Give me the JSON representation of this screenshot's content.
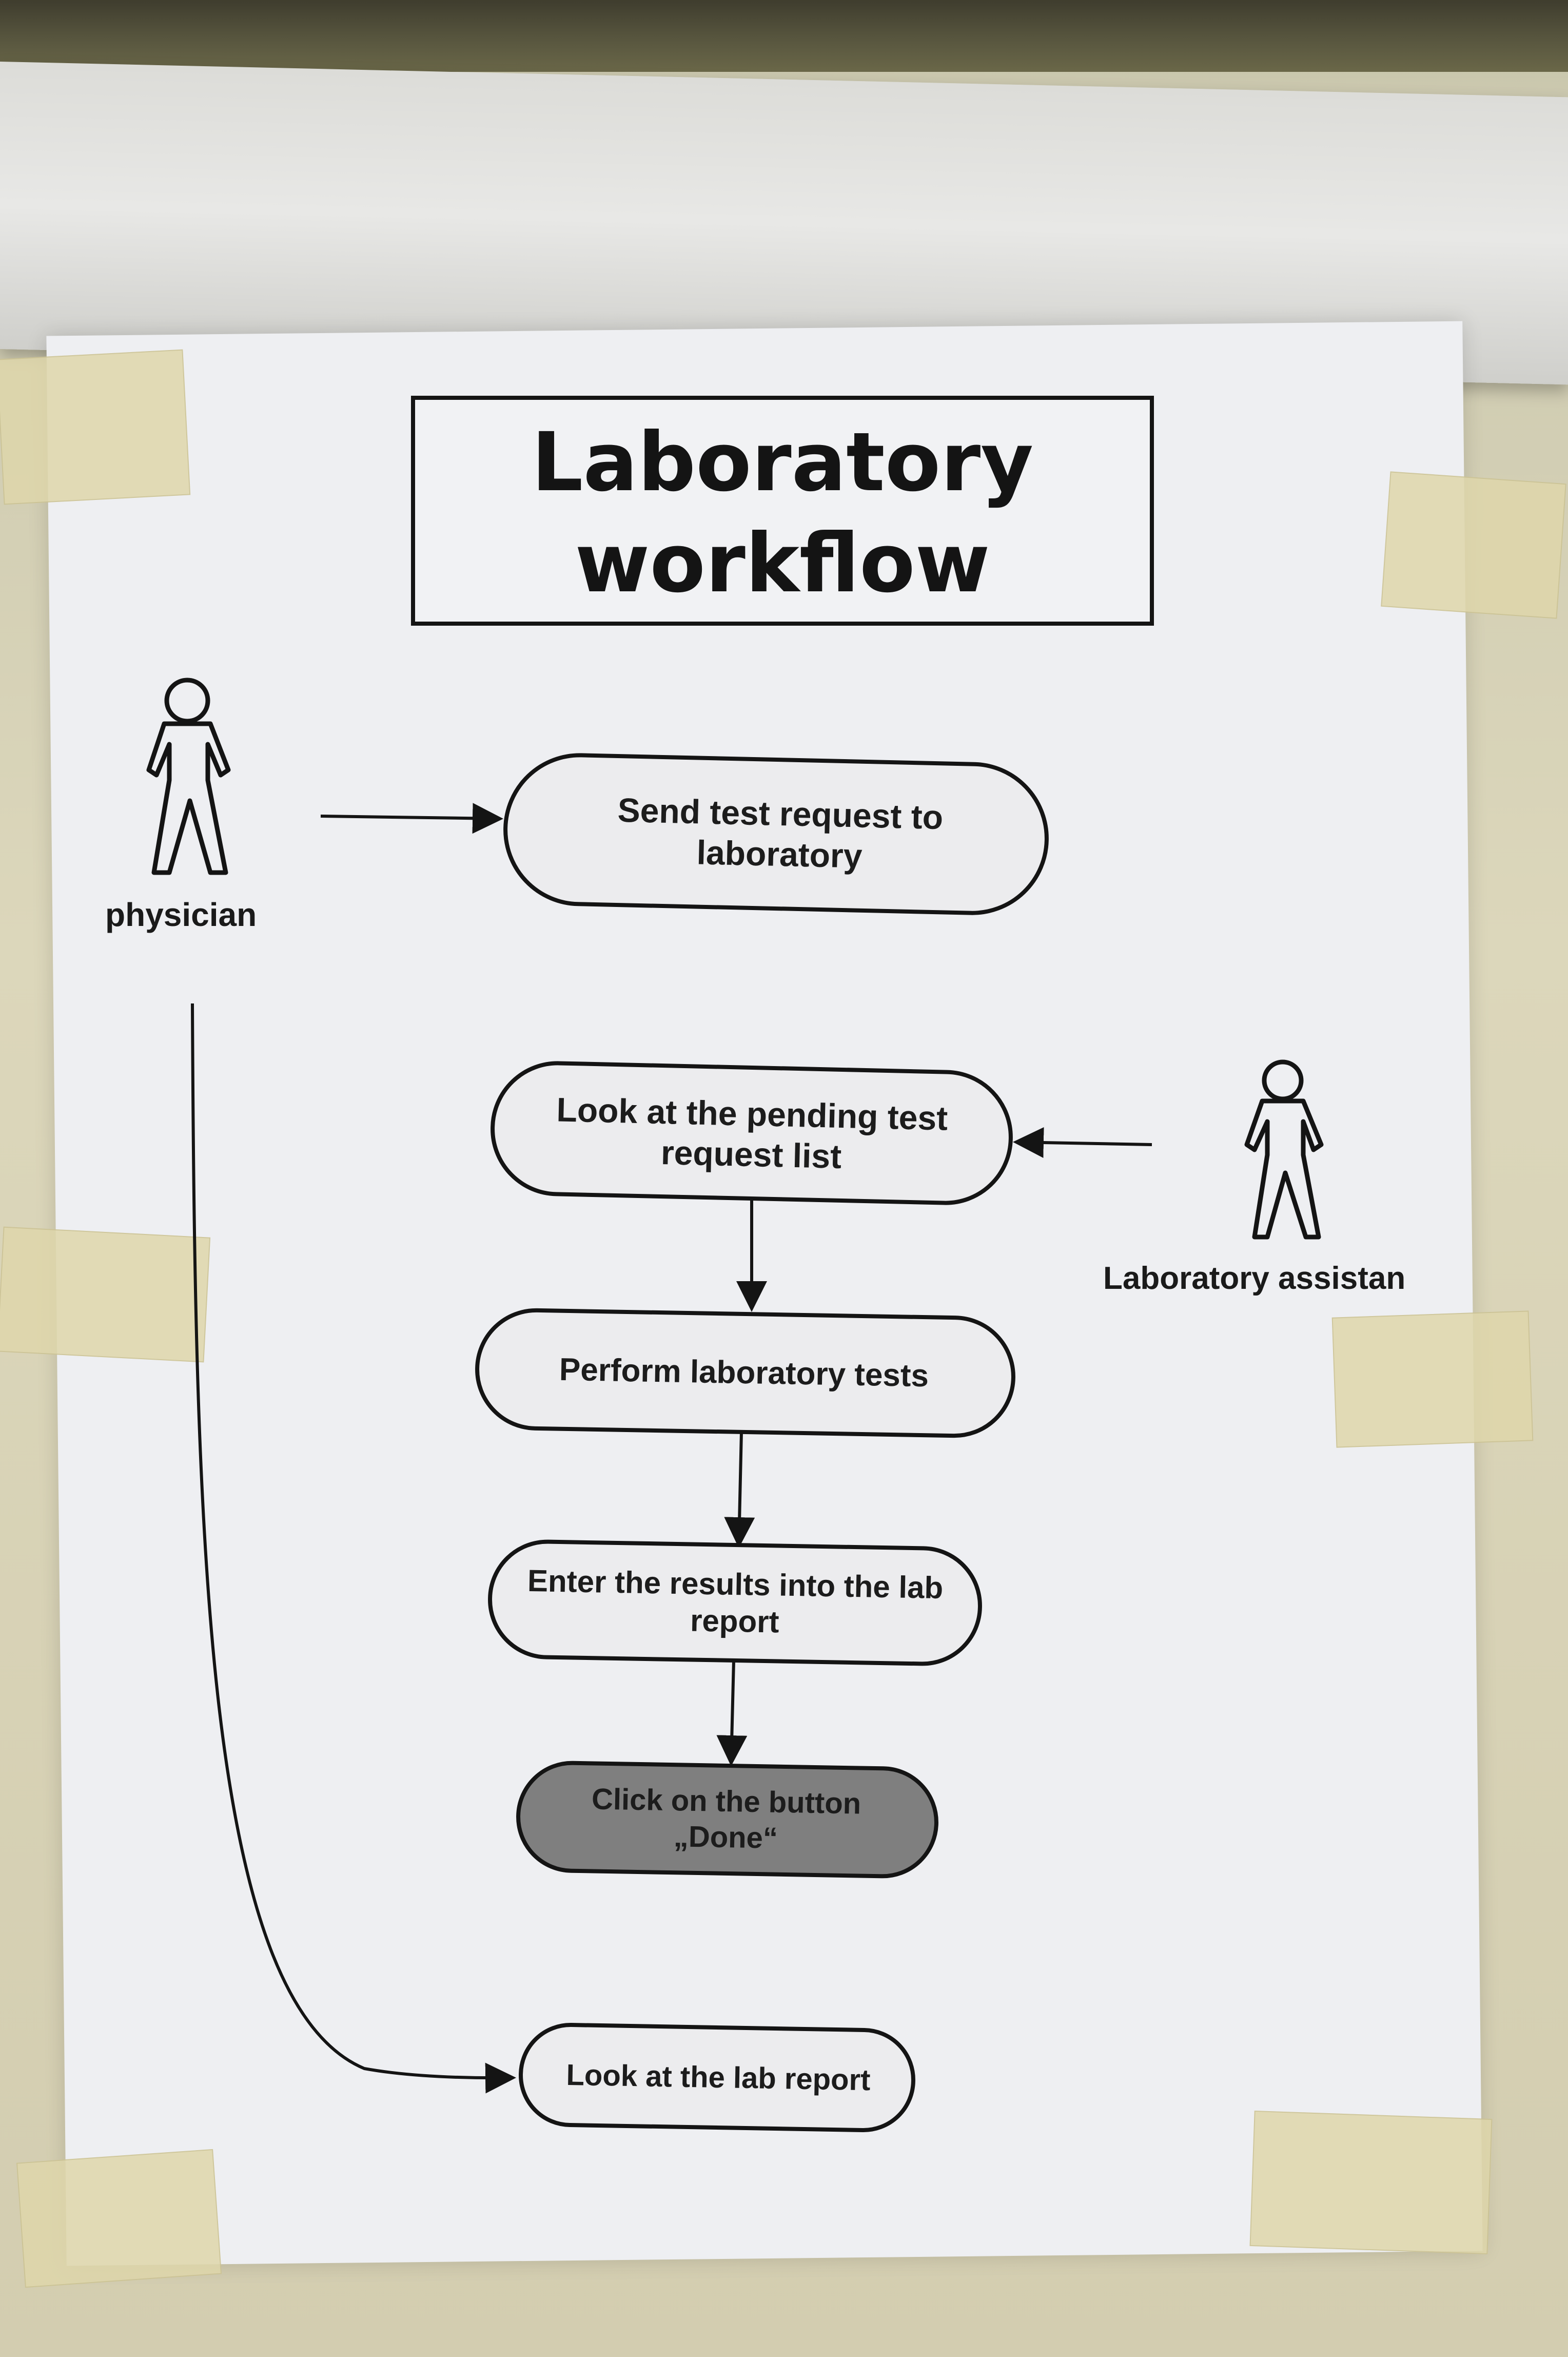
{
  "title_line1": "Laboratory",
  "title_line2": "workflow",
  "actors": {
    "physician": "physician",
    "lab_assistant": "Laboratory assistan"
  },
  "steps": {
    "send_request": "Send test request to laboratory",
    "look_pending": "Look at the pending test request list",
    "perform_tests": "Perform laboratory tests",
    "enter_results": "Enter the results into the lab report",
    "click_done": "Click on the button „Done“",
    "look_report": "Look at the lab report"
  },
  "colors": {
    "paper": "#eeeff2",
    "box_fill": "#ececee",
    "done_fill": "#7f7f7f",
    "ink": "#141414"
  }
}
